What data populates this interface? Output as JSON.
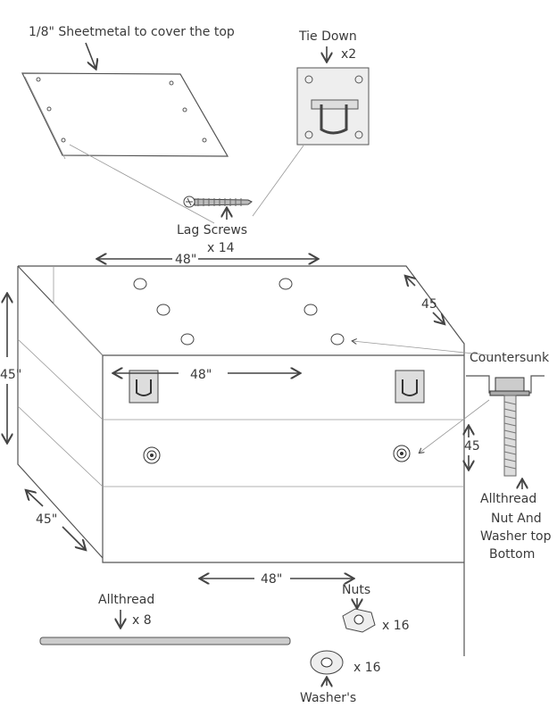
{
  "labels": {
    "sheetmetal": "1/8\" Sheetmetal to cover the top",
    "tie_down": "Tie Down",
    "tie_down_qty": "x2",
    "lag_screws": "Lag Screws",
    "lag_screws_qty": "x 14",
    "top_width": "48\"",
    "top_depth": "45",
    "left_height": "45\"",
    "front_width": "48\"",
    "countersunk": "Countersunk",
    "right_height": "45",
    "allthread_detail": "Allthread",
    "nut_washer_line1": "Nut And",
    "nut_washer_line2": "Washer top",
    "nut_washer_line3": "Bottom",
    "bottom_depth": "45\"",
    "bottom_width": "48\"",
    "allthread": "Allthread",
    "allthread_qty": "x 8",
    "nuts": "Nuts",
    "nuts_qty": "x 16",
    "washers_qty": "x 16",
    "washers": "Washer's"
  }
}
